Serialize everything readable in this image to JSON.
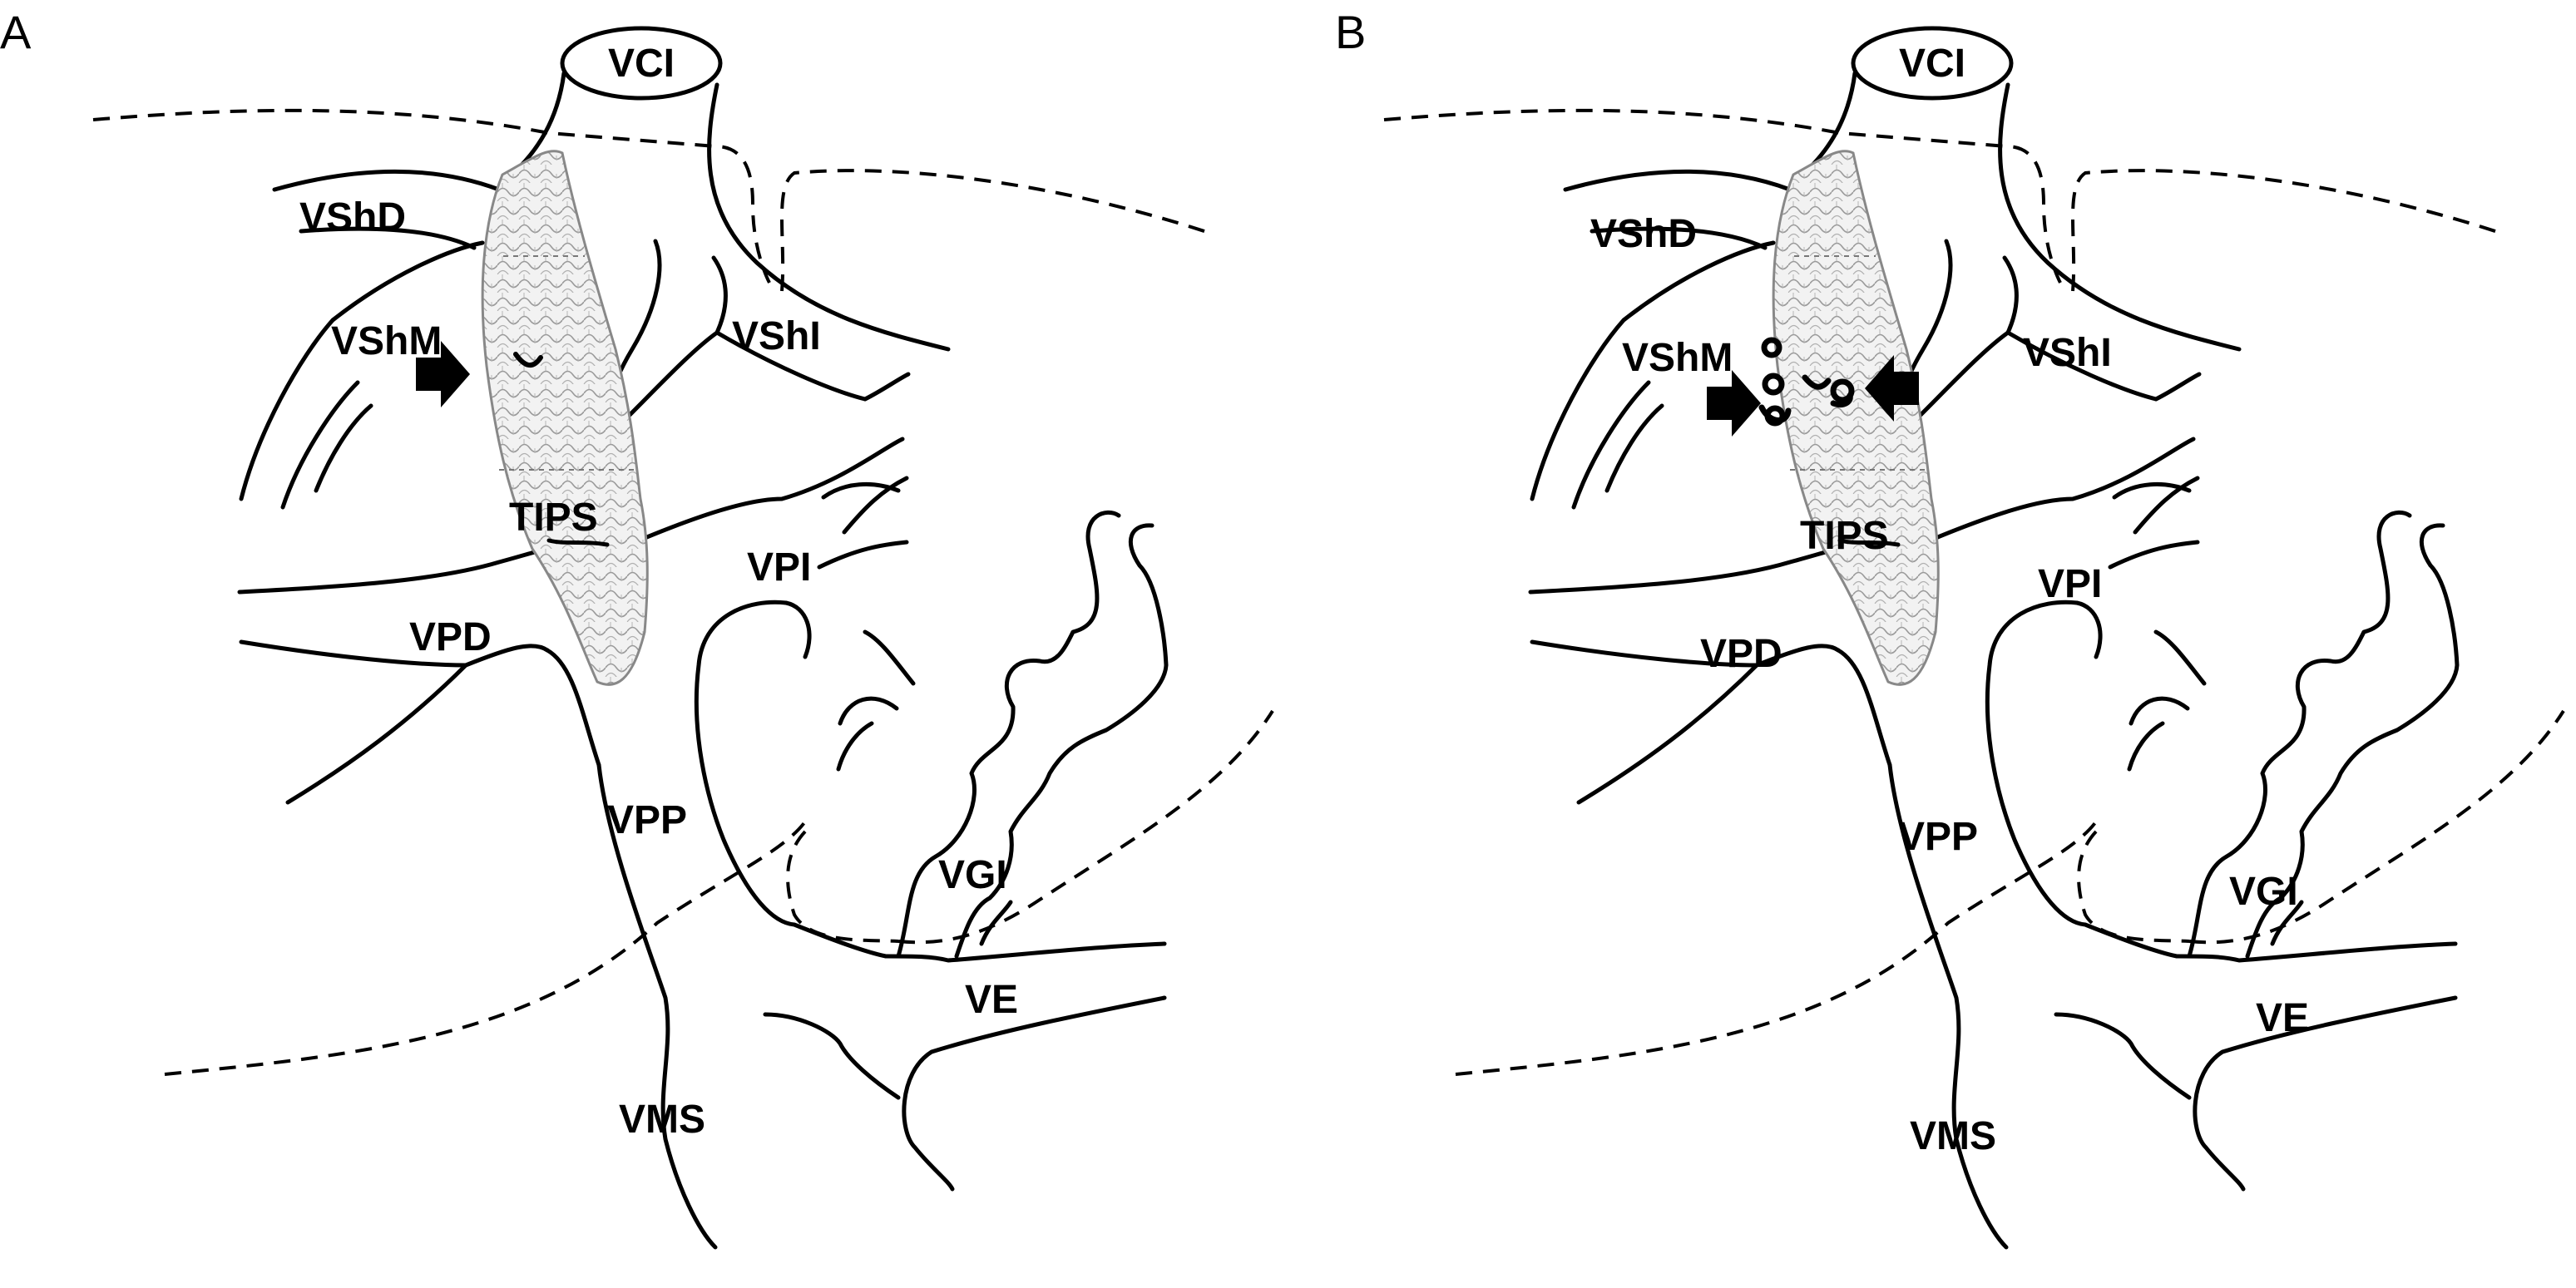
{
  "panels": [
    {
      "letter": "A",
      "labels": {
        "vci": "VCI",
        "vshd": "VShD",
        "vshm": "VShM",
        "vshi": "VShI",
        "tips": "TIPS",
        "vpi": "VPI",
        "vpd": "VPD",
        "vpp": "VPP",
        "vgi": "VGI",
        "ve": "VE",
        "vms": "VMS"
      }
    },
    {
      "letter": "B",
      "labels": {
        "vci": "VCI",
        "vshd": "VShD",
        "vshm": "VShM",
        "vshi": "VShI",
        "tips": "TIPS",
        "vpi": "VPI",
        "vpd": "VPD",
        "vpp": "VPP",
        "vgi": "VGI",
        "ve": "VE",
        "vms": "VMS"
      }
    }
  ]
}
